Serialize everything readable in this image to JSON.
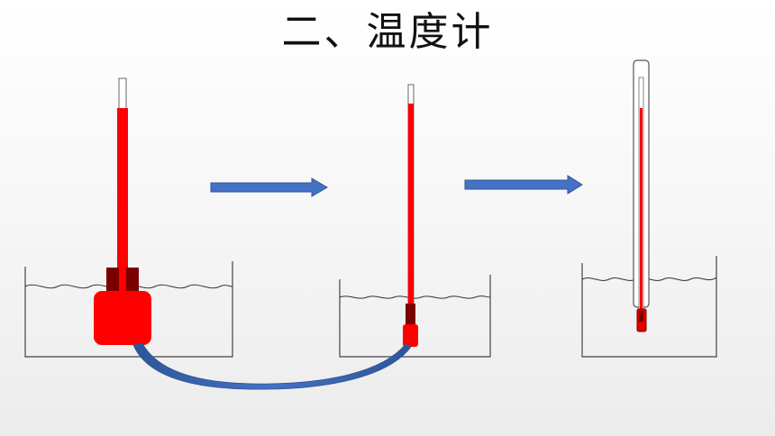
{
  "slide": {
    "title": "二、温度计"
  },
  "colors": {
    "liquid": "#ff0000",
    "liquid_dark": "#7a0000",
    "arrow": "#4472c4",
    "water_line": "#333333",
    "container_line": "#444444"
  },
  "diagram": {
    "stages": [
      {
        "name": "large-bulb-thermometer-in-water"
      },
      {
        "name": "small-bulb-thermometer-in-water"
      },
      {
        "name": "glass-tube-thermometer-in-water"
      }
    ],
    "arrows": [
      {
        "from": "stage-1",
        "to": "stage-2",
        "icon": "arrow-right-icon"
      },
      {
        "from": "stage-2",
        "to": "stage-3",
        "icon": "arrow-right-icon"
      }
    ],
    "connector": {
      "from": "stage-1",
      "to": "stage-2",
      "icon": "curved-connector"
    }
  }
}
